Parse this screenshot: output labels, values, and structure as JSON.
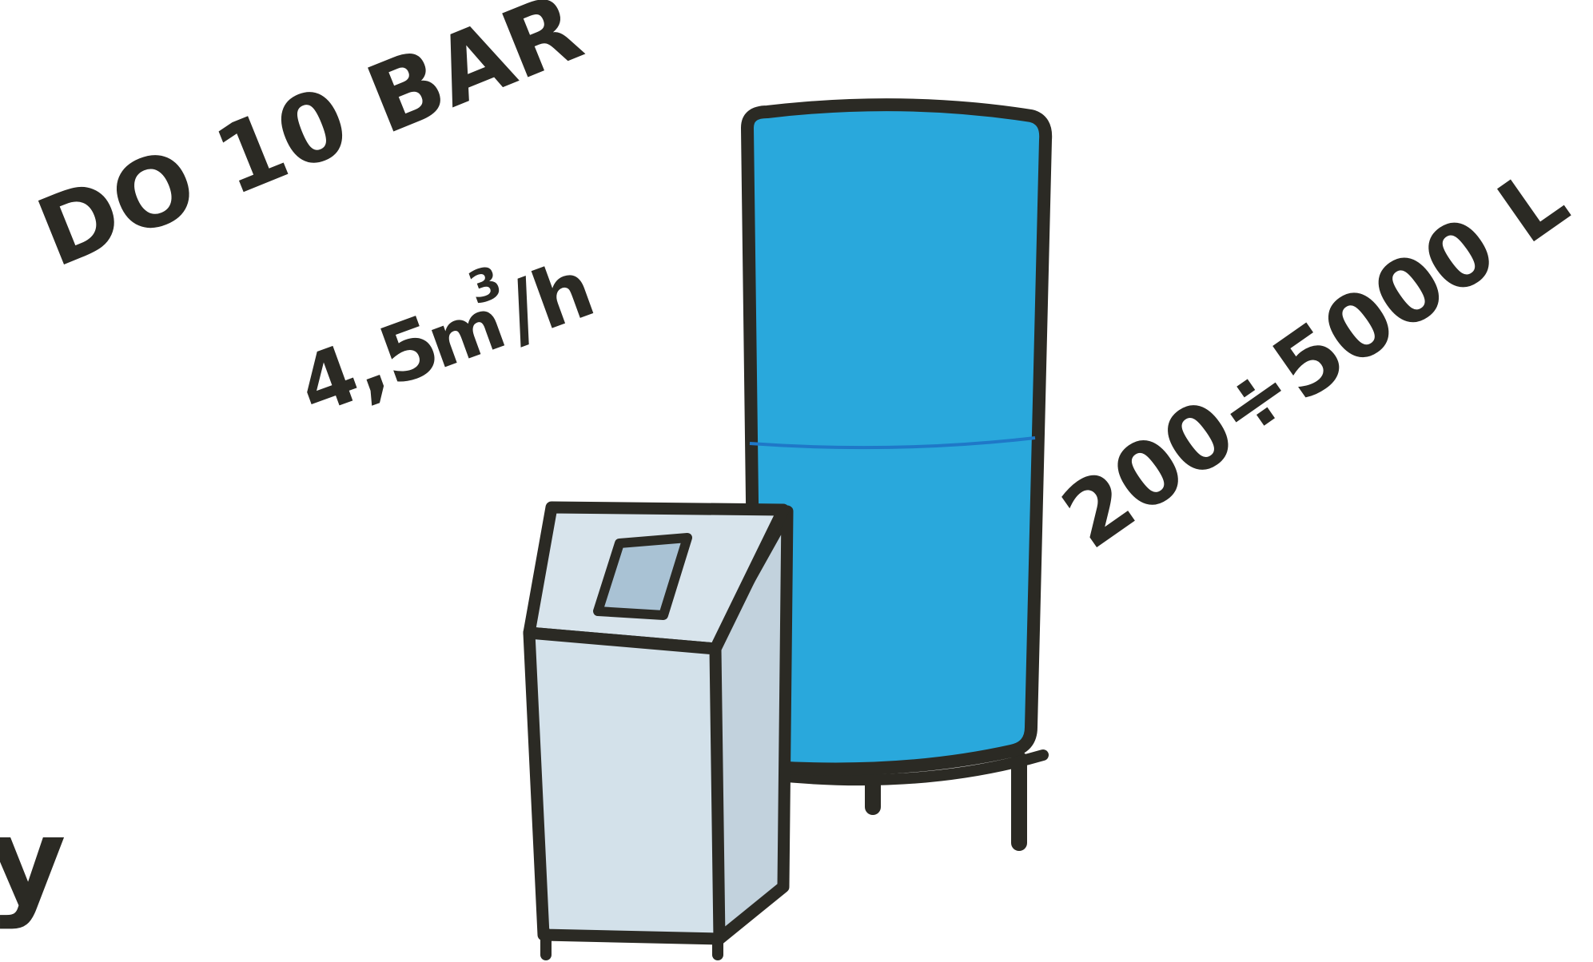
{
  "labels": {
    "pressure": "DO 10 BAR",
    "flow_number": "4,5",
    "flow_unit": "m",
    "flow_exponent": "3",
    "flow_rest": "/h",
    "capacity": "200÷5000 L",
    "left_edge_fragment": "y"
  },
  "colors": {
    "outline": "#2b2a24",
    "tank_fill": "#29a8dc",
    "tank_seam": "#1f78c8",
    "unit_front": "#d3e1ea",
    "unit_side": "#c2d2dd",
    "unit_top": "#d8e4ec",
    "screen": "#a9c2d4",
    "background": "#ffffff"
  },
  "icons": {
    "tank": "pressure-tank-icon",
    "unit": "control-unit-icon",
    "screen": "display-screen-icon"
  }
}
